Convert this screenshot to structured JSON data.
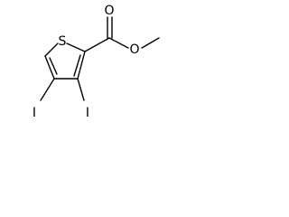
{
  "molecule": {
    "atom_labels": {
      "sulfur": "S",
      "carbonyl_oxygen": "O",
      "ester_oxygen": "O",
      "iodine_left": "I",
      "iodine_right": "I"
    }
  },
  "colors": {
    "bond": "#000000",
    "text": "#000000",
    "background": "#ffffff"
  }
}
